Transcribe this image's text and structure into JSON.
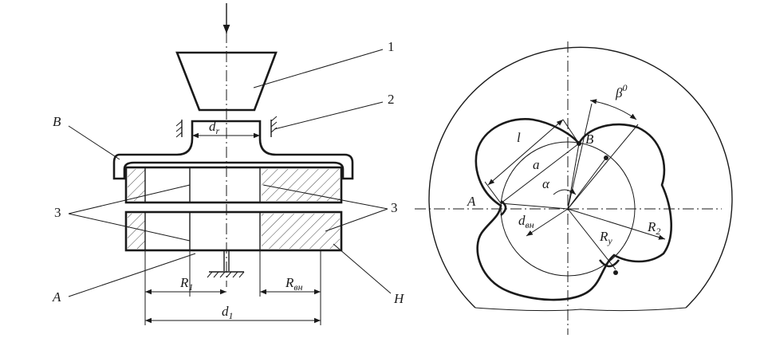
{
  "labels": {
    "left": {
      "callout_1": "1",
      "callout_2": "2",
      "callout_3_left": "3",
      "callout_3_right": "3",
      "B": "B",
      "A": "A",
      "H": "H",
      "dr_main": "d",
      "dr_sub": "r",
      "R1_main": "R",
      "R1_sub": "1",
      "Rvn_main": "R",
      "Rvn_sub": "вн",
      "d1_main": "d",
      "d1_sub": "1"
    },
    "right": {
      "l": "l",
      "B": "B",
      "beta_main": "β",
      "beta_sup": "0",
      "a": "a",
      "alpha": "α",
      "A": "A",
      "dvn_main": "d",
      "dvn_sub": "вн",
      "Ry_main": "R",
      "Ry_sub": "y",
      "R2_main": "R",
      "R2_sub": "2"
    }
  }
}
